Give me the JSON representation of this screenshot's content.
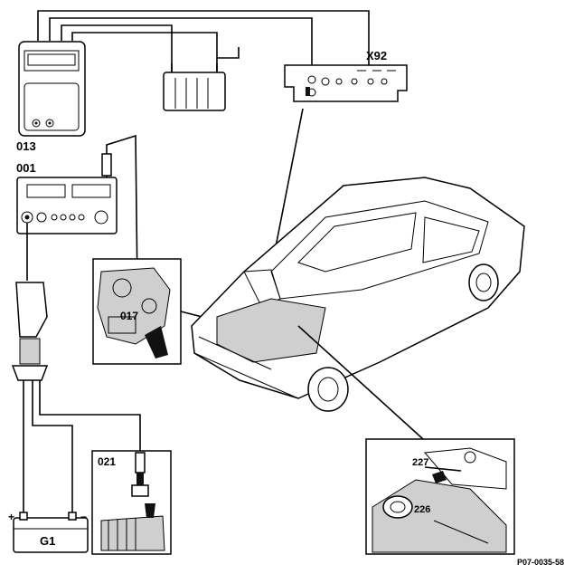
{
  "diagram": {
    "labels": {
      "tester": "013",
      "analyzer": "001",
      "connector": "X92",
      "probe": "017",
      "sensor": "021",
      "battery": "G1",
      "point_227": "227",
      "point_226": "226",
      "plus": "+",
      "minus": "−",
      "ref_code": "P07-0035-58"
    }
  }
}
